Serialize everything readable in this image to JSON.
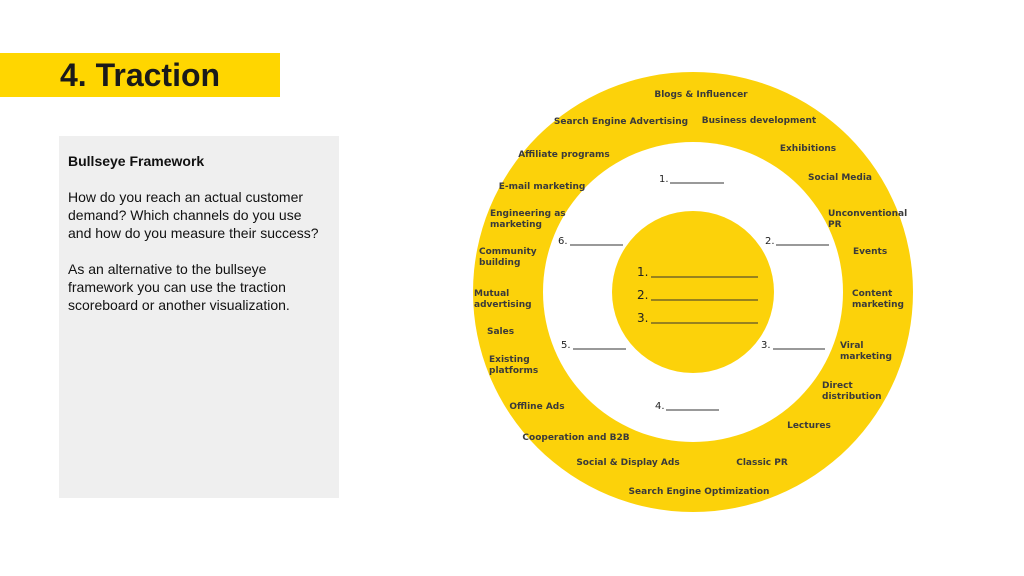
{
  "slide": {
    "title": "4. Traction",
    "accent_color": "#ffd600"
  },
  "panel": {
    "heading": "Bullseye Framework",
    "paragraph_1": "How do you reach an actual customer demand? Which channels do you use and how do you measure their success?",
    "paragraph_2": "As an alternative to the bullseye framework you can use the traction scoreboard or another visualization."
  },
  "bullseye": {
    "ring_color": "#fcd20a",
    "channels": [
      [
        "Blogs & Influencer"
      ],
      [
        "Search Engine Advertising"
      ],
      [
        "Business development"
      ],
      [
        "Affiliate programs"
      ],
      [
        "Exhibitions"
      ],
      [
        "E-mail marketing"
      ],
      [
        "Social Media"
      ],
      [
        "Engineering as",
        "marketing"
      ],
      [
        "Unconventional",
        "PR"
      ],
      [
        "Community",
        "building"
      ],
      [
        "Events"
      ],
      [
        "Mutual",
        "advertising"
      ],
      [
        "Content",
        "marketing"
      ],
      [
        "Sales"
      ],
      [
        "Viral",
        "marketing"
      ],
      [
        "Existing",
        "platforms"
      ],
      [
        "Direct",
        "distribution"
      ],
      [
        "Offline Ads"
      ],
      [
        "Lectures"
      ],
      [
        "Cooperation and B2B"
      ],
      [
        "Social & Display Ads"
      ],
      [
        "Classic PR"
      ],
      [
        "Search Engine Optimization"
      ]
    ],
    "middle_slots": [
      "1.",
      "2.",
      "3.",
      "4.",
      "5.",
      "6."
    ],
    "center_slots": [
      "1.",
      "2.",
      "3."
    ]
  }
}
